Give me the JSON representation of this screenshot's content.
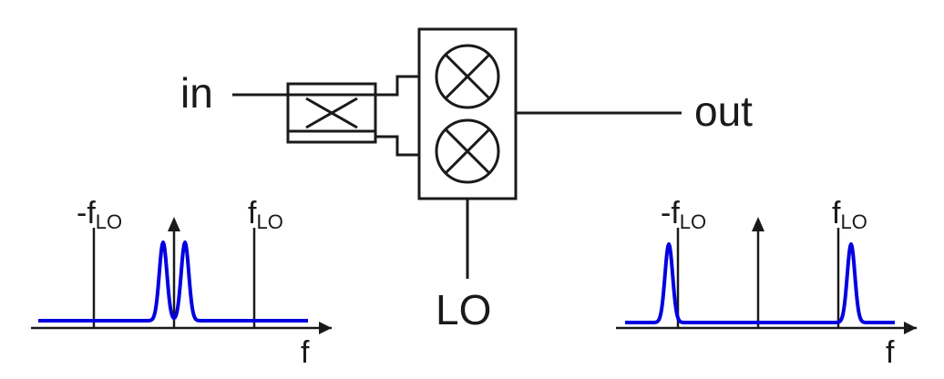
{
  "labels": {
    "input": "in",
    "output": "out",
    "local_oscillator": "LO",
    "frequency_axis": "f",
    "neg_lo_prefix": "-f",
    "pos_lo_prefix": "f",
    "lo_subscript": "LO"
  },
  "colors": {
    "spectrum": "#0000e0",
    "lines": "#1a1a1a"
  },
  "icons": {
    "mixer": "circle-cross-icon",
    "hybrid": "crossed-box-icon"
  }
}
